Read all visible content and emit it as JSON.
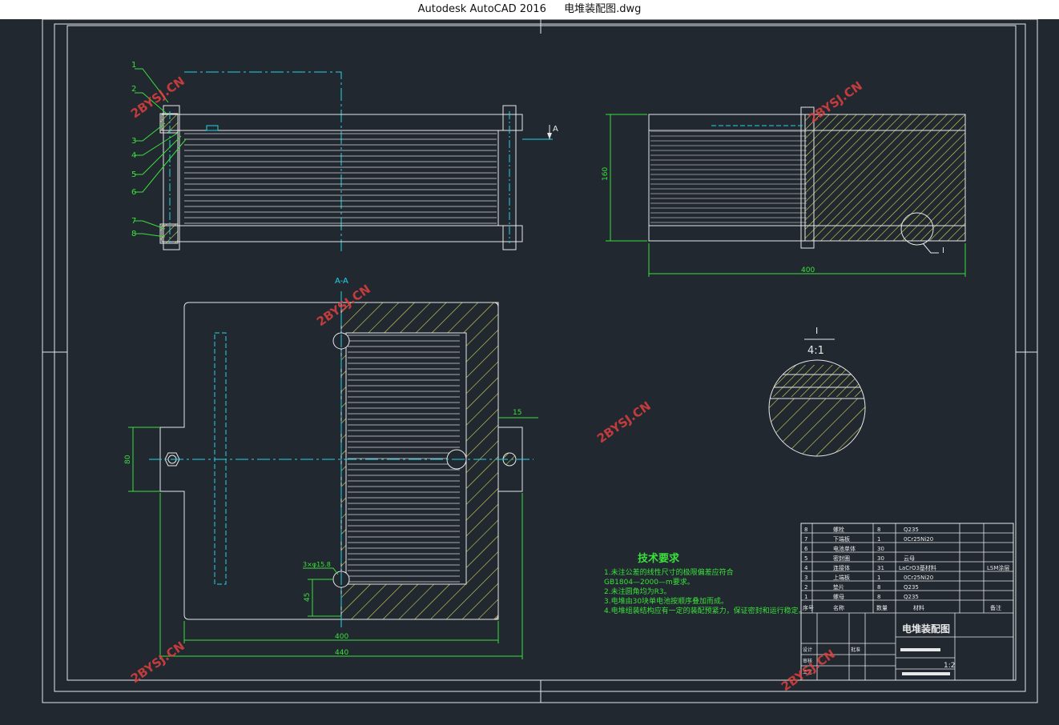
{
  "window": {
    "app": "Autodesk AutoCAD 2016",
    "file": "电堆装配图.dwg"
  },
  "drawing": {
    "section_label": "A-A",
    "section_mark": "A",
    "detail_label": "I",
    "detail_scale": "4:1",
    "callouts": [
      "1",
      "2",
      "3",
      "4",
      "5",
      "6",
      "7",
      "8"
    ],
    "dims": {
      "height_right": "160",
      "width_right": "400",
      "width_main_inner": "400",
      "width_main_outer": "440",
      "dim_15": "15",
      "dim_left": "80",
      "dim_45": "45",
      "hole_note": "3×φ15.8"
    },
    "tech_title": "技术要求",
    "tech_notes": [
      "1.未注公差的线性尺寸的极限偏差应符合",
      "GB1804—2000—m要求。",
      "2.未注圆角均为R3。",
      "3.电堆由30块单电池按顺序叠加而成。",
      "4.电堆组装结构应有一定的装配预紧力，保证密封和运行稳定。"
    ]
  },
  "bom": {
    "rows": [
      {
        "no": "8",
        "name": "螺栓",
        "qty": "8",
        "material": "Q235",
        "note": ""
      },
      {
        "no": "7",
        "name": "下端板",
        "qty": "1",
        "material": "0Cr25Ni20",
        "note": ""
      },
      {
        "no": "6",
        "name": "电池单体",
        "qty": "30",
        "material": "",
        "note": ""
      },
      {
        "no": "5",
        "name": "密封圈",
        "qty": "30",
        "material": "云母",
        "note": ""
      },
      {
        "no": "4",
        "name": "连接体",
        "qty": "31",
        "material": "LaCrO3基材料",
        "note": "LSM涂层"
      },
      {
        "no": "3",
        "name": "上端板",
        "qty": "1",
        "material": "0Cr25Ni20",
        "note": ""
      },
      {
        "no": "2",
        "name": "垫片",
        "qty": "8",
        "material": "Q235",
        "note": ""
      },
      {
        "no": "1",
        "name": "螺母",
        "qty": "8",
        "material": "Q235",
        "note": ""
      }
    ],
    "header": [
      "序号",
      "名称",
      "数量",
      "材料",
      "备注"
    ],
    "title": "电堆装配图",
    "scale": "1:2",
    "labels": [
      "设计",
      "审核",
      "工艺",
      "批准"
    ]
  },
  "watermark": "2BYSJ.CN",
  "colors": {
    "background": "#212830",
    "white": "#e8e8e8",
    "cyan": "#22d3e6",
    "green": "#3be03b",
    "hatch": "#d8d85a",
    "watermark": "#e04040"
  }
}
